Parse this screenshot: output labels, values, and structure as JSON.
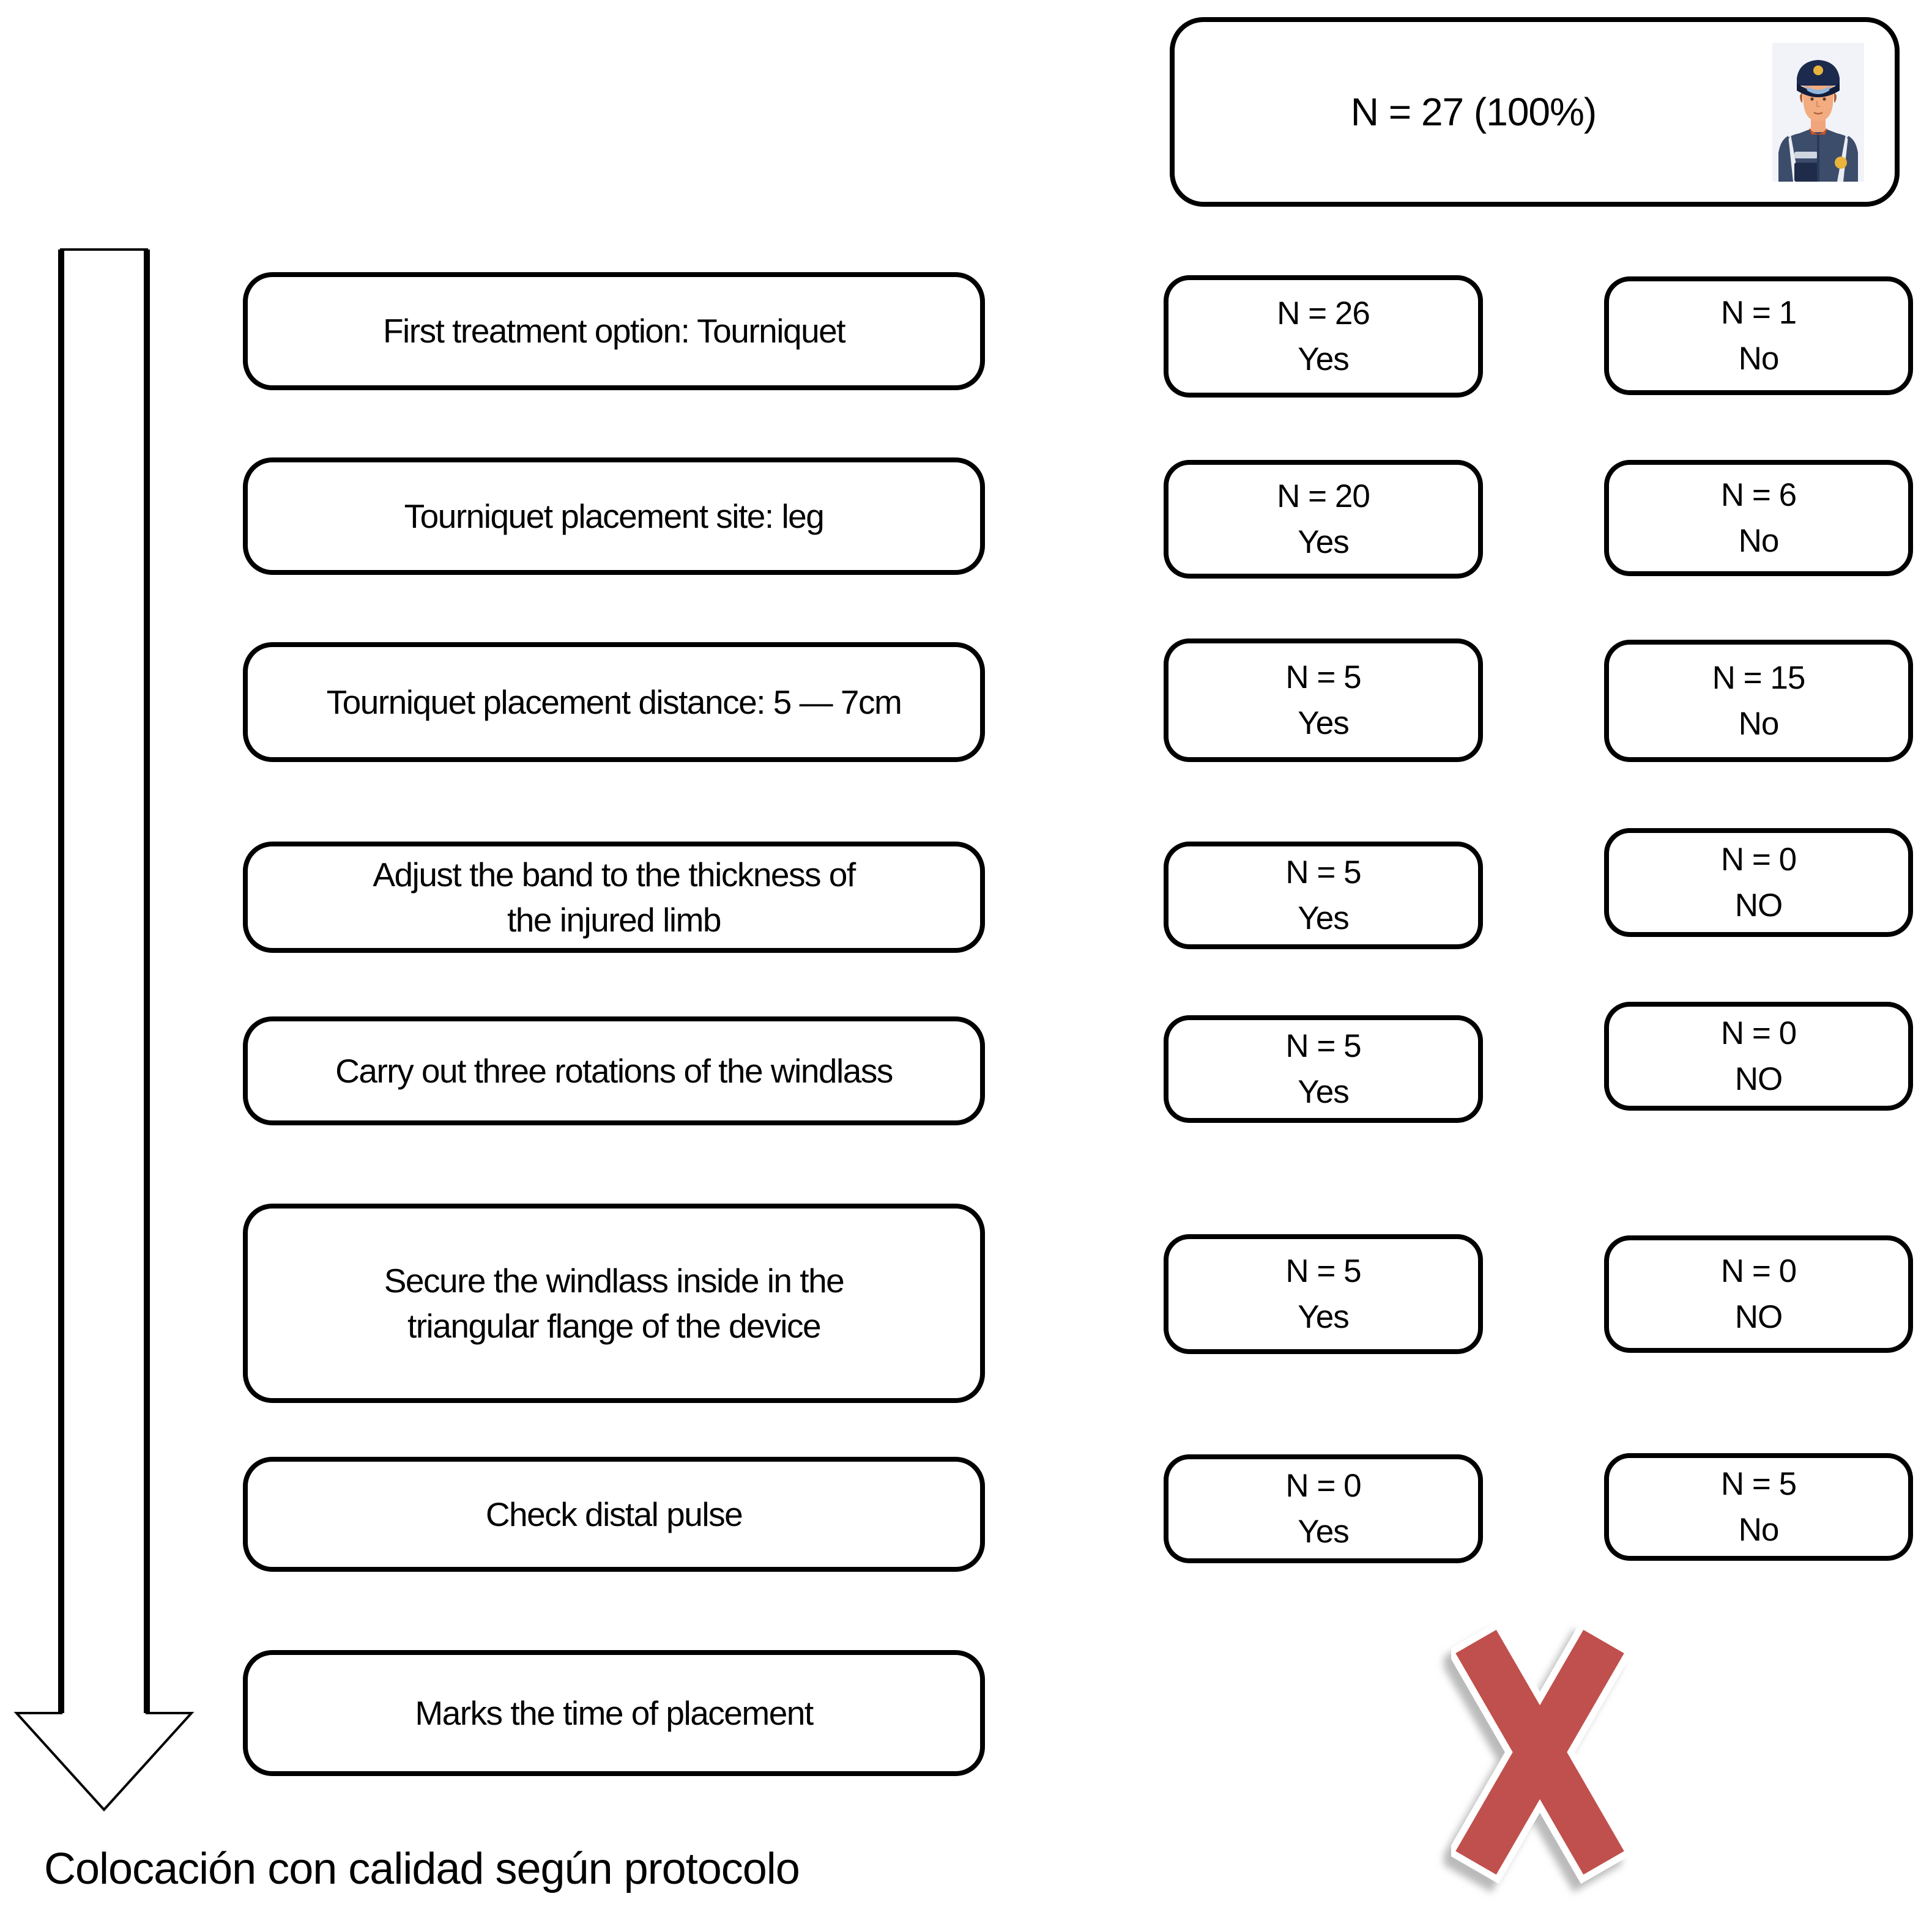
{
  "figure": {
    "total_box": {
      "label": "N = 27 (100%)",
      "icon": "police-officer"
    },
    "caption": "Colocación con calidad según protocolo"
  },
  "rows": [
    {
      "step": "First treatment option: Tourniquet",
      "yes_n": "N = 26",
      "yes_label": "Yes",
      "no_n": "N = 1",
      "no_label": "No"
    },
    {
      "step": "Tourniquet placement site: leg",
      "yes_n": "N = 20",
      "yes_label": "Yes",
      "no_n": "N = 6",
      "no_label": "No"
    },
    {
      "step": "Tourniquet placement distance: 5 — 7cm",
      "yes_n": "N = 5",
      "yes_label": "Yes",
      "no_n": "N = 15",
      "no_label": "No"
    },
    {
      "step": "Adjust the band to the thickness of the injured limb",
      "yes_n": "N = 5",
      "yes_label": "Yes",
      "no_n": "N = 0",
      "no_label": "NO"
    },
    {
      "step": "Carry out three rotations of the windlass",
      "yes_n": "N = 5",
      "yes_label": "Yes",
      "no_n": "N = 0",
      "no_label": "NO"
    },
    {
      "step": "Secure the windlass inside in the triangular flange of the device",
      "yes_n": "N = 5",
      "yes_label": "Yes",
      "no_n": "N = 0",
      "no_label": "NO"
    },
    {
      "step": "Check distal pulse",
      "yes_n": "N = 0",
      "yes_label": "Yes",
      "no_n": "N = 5",
      "no_label": "No"
    },
    {
      "step": "Marks the time of placement"
    }
  ],
  "colors": {
    "x_mark": "#c0504d",
    "box_border": "#000000"
  }
}
